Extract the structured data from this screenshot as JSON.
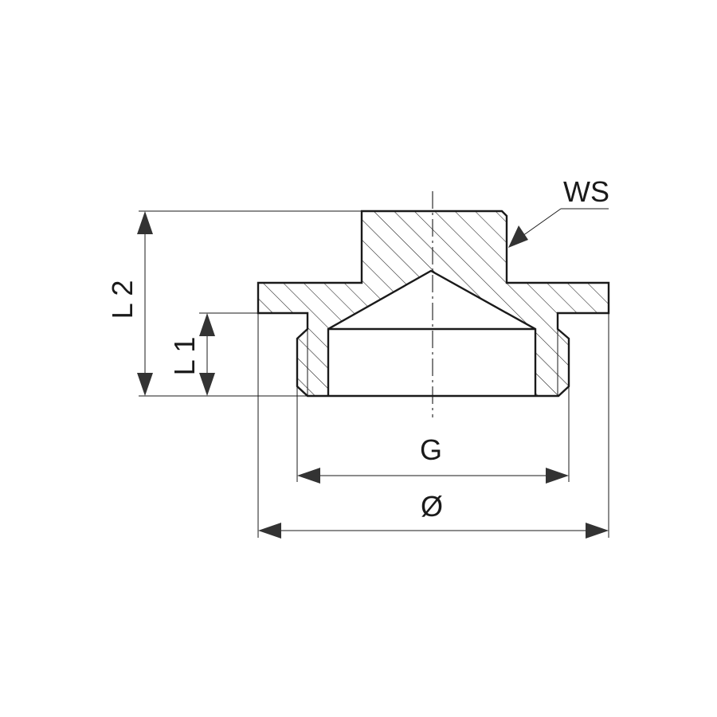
{
  "labels": {
    "ws": "WS",
    "l2": "L 2",
    "l1": "L 1",
    "g": "G",
    "diameter": "Ø"
  },
  "colors": {
    "line": "#1a1a1a",
    "arrow": "#333333",
    "background": "#ffffff"
  }
}
